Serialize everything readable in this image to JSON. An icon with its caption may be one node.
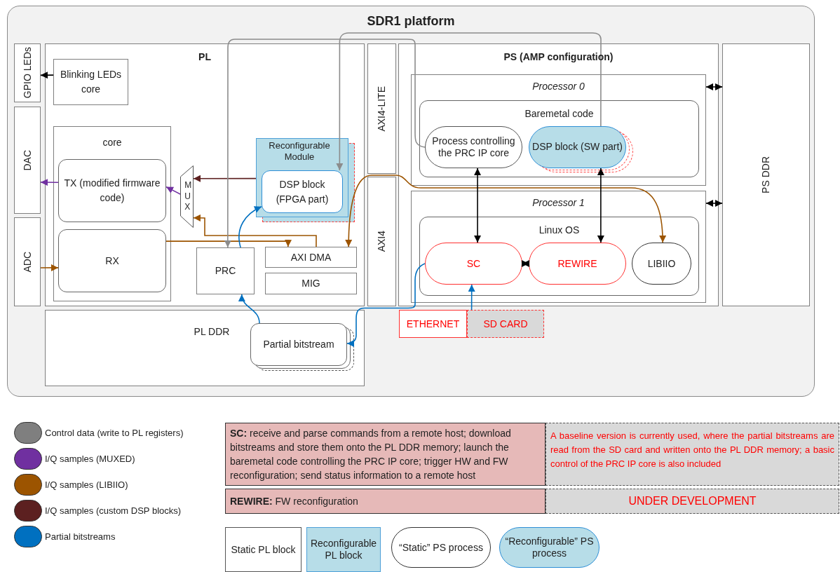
{
  "diagram": {
    "nodes": [
      {
        "text": [
          "SDR1 platform"
        ]
      },
      {
        "text": [
          "GPIO LEDs"
        ],
        "in": 0
      },
      {
        "text": [
          "DAC"
        ],
        "in": 0
      },
      {
        "text": [
          "ADC"
        ],
        "in": 0
      },
      {
        "text": [
          "PL"
        ],
        "in": 0
      },
      {
        "text": [
          "Blinking LEDs core"
        ],
        "in": 4
      },
      {
        "text": [
          "core"
        ],
        "in": 4
      },
      {
        "text": [
          "TX (modified firmware code)"
        ],
        "in": 6
      },
      {
        "text": [
          "RX"
        ],
        "in": 6
      },
      {
        "text": [
          "MUX"
        ],
        "in": 4
      },
      {
        "text": [
          "Reconfigurable Module"
        ],
        "in": 4
      },
      {
        "text": [
          "DSP block (FPGA part)"
        ],
        "in": 10
      },
      {
        "text": [
          "PRC"
        ],
        "in": 4
      },
      {
        "text": [
          "AXI DMA"
        ],
        "in": 4
      },
      {
        "text": [
          "MIG"
        ],
        "in": 4
      },
      {
        "text": [
          "AXI4-LITE"
        ],
        "in": 0
      },
      {
        "text": [
          "AXI4"
        ],
        "in": 0
      },
      {
        "text": [
          "PS (AMP configuration)"
        ],
        "in": 0
      },
      {
        "text": [
          "Processor 0"
        ],
        "in": 17
      },
      {
        "text": [
          "Baremetal code"
        ],
        "in": 18
      },
      {
        "text": [
          "Process controlling the PRC IP core"
        ],
        "in": 19
      },
      {
        "text": [
          "DSP block (SW part)"
        ],
        "in": 19
      },
      {
        "text": [
          "Processor 1"
        ],
        "in": 17
      },
      {
        "text": [
          "Linux OS"
        ],
        "in": 22
      },
      {
        "text": [
          "SC"
        ],
        "in": 23
      },
      {
        "text": [
          "REWIRE"
        ],
        "in": 23
      },
      {
        "text": [
          "LIBIIO"
        ],
        "in": 23
      },
      {
        "text": [
          "PS DDR"
        ],
        "in": 0
      },
      {
        "text": [
          "PL DDR"
        ],
        "in": 0
      },
      {
        "text": [
          "Partial bitstream"
        ],
        "in": 28
      },
      {
        "text": [
          "ETHERNET"
        ],
        "in": 0
      },
      {
        "text": [
          "SD CARD"
        ],
        "in": 0
      },
      {
        "text": [
          "Static PL block"
        ]
      },
      {
        "text": [
          "Reconfigurable PL block"
        ]
      },
      {
        "text": [
          "“Static” PS process"
        ]
      },
      {
        "text": [
          "“Reconfigurable” PS process"
        ]
      }
    ],
    "edges": [
      {
        "from": 5,
        "to": 1,
        "arrow": "to"
      },
      {
        "from": 7,
        "to": 2,
        "arrow": "to",
        "color": "#7030a0"
      },
      {
        "from": 3,
        "to": 8,
        "arrow": "to",
        "color": "#9c5400"
      },
      {
        "from": 9,
        "to": 7,
        "arrow": "to",
        "color": "#7030a0"
      },
      {
        "from": 10,
        "to": 9,
        "arrow": "to",
        "color": "#5c2020"
      },
      {
        "from": 13,
        "to": 9,
        "arrow": "to",
        "color": "#9c5400"
      },
      {
        "from": 8,
        "to": 13,
        "arrow": "to",
        "color": "#9c5400"
      },
      {
        "from": 13,
        "to": 26,
        "arrow": "both",
        "color": "#9c5400"
      },
      {
        "from": 20,
        "to": 12,
        "arrow": "to",
        "color": "#8c8c8c"
      },
      {
        "from": 21,
        "to": 11,
        "arrow": "to",
        "color": "#8c8c8c"
      },
      {
        "from": 12,
        "to": 11,
        "arrow": "to",
        "color": "#0070c0"
      },
      {
        "from": 29,
        "to": 12,
        "arrow": "to",
        "color": "#0070c0"
      },
      {
        "from": 24,
        "to": 29,
        "arrow": "to",
        "color": "#0070c0"
      },
      {
        "from": 31,
        "to": 24,
        "arrow": "to",
        "color": "#0070c0"
      },
      {
        "from": 20,
        "to": 24,
        "arrow": "both"
      },
      {
        "from": 21,
        "to": 25,
        "arrow": "both"
      },
      {
        "from": 24,
        "to": 25,
        "arrow": "both"
      },
      {
        "from": 18,
        "to": 27,
        "arrow": "both"
      },
      {
        "from": 22,
        "to": 27,
        "arrow": "both"
      }
    ],
    "labels": [
      "**SC:** receive and parse commands from a remote host; download bitstreams and store them onto the PL DDR memory; launch the baremetal code controlling the PRC IP core; trigger HW and FW reconfiguration; send status information to a remote host",
      "A baseline version is currently used, where the partial bitstreams are read from the SD card and written onto the PL DDR memory; a basic control of the PRC IP core is also included",
      "**REWIRE:** FW reconfiguration",
      "UNDER DEVELOPMENT"
    ],
    "legend": [
      {
        "text": "Control data (write to PL registers)",
        "color": "#7f7f7f"
      },
      {
        "text": "I/Q samples (MUXED)",
        "color": "#7030a0"
      },
      {
        "text": "I/Q samples (LIBIIO)",
        "color": "#9c5400"
      },
      {
        "text": "I/Q samples (custom DSP blocks)",
        "color": "#5c2020"
      },
      {
        "text": "Partial bitstreams",
        "color": "#0070c0"
      }
    ]
  }
}
